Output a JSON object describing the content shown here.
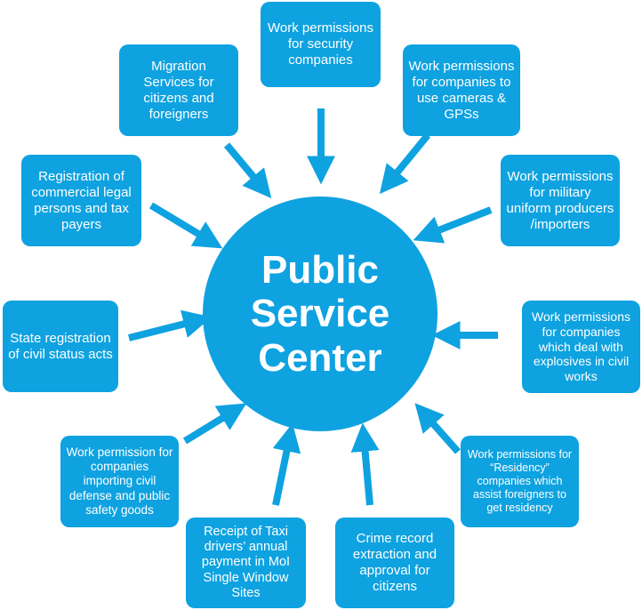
{
  "center": {
    "label": "Public\nService\nCenter"
  },
  "services": [
    {
      "id": "security-companies",
      "label": "Work permissions for security companies"
    },
    {
      "id": "cameras-gps",
      "label": "Work permissions for companies to use cameras & GPSs"
    },
    {
      "id": "military-uniform",
      "label": "Work permissions for military uniform producers /importers"
    },
    {
      "id": "explosives",
      "label": "Work permissions for companies which deal with explosives in civil works"
    },
    {
      "id": "residency",
      "label": "Work permissions for “Residency” companies which assist foreigners to get residency"
    },
    {
      "id": "crime-record",
      "label": "Crime record extraction and approval  for citizens"
    },
    {
      "id": "taxi-drivers",
      "label": "Receipt of Taxi drivers’ annual payment in MoI Single Window Sites"
    },
    {
      "id": "civil-defense",
      "label": "Work permission for companies importing civil defense and public safety goods"
    },
    {
      "id": "civil-status",
      "label": "State registration of civil status acts"
    },
    {
      "id": "commercial-legal",
      "label": "Registration of commercial legal persons and tax payers"
    },
    {
      "id": "migration",
      "label": "Migration Services for citizens and foreigners"
    }
  ],
  "colors": {
    "primary": "#0ea2e0",
    "text": "#ffffff",
    "background": "#ffffff"
  }
}
